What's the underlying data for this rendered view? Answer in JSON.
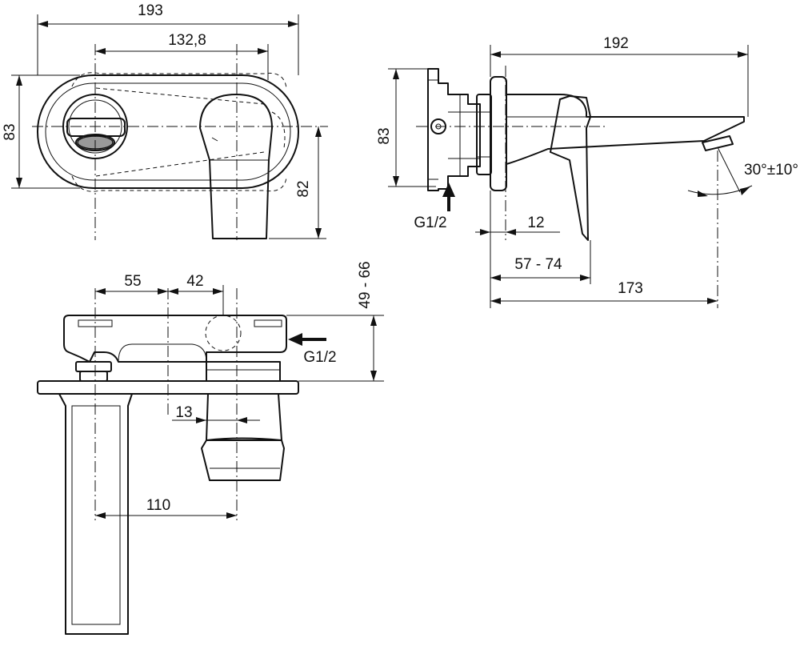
{
  "dimensions": {
    "front_width": "193",
    "front_center_distance": "132,8",
    "front_height": "83",
    "front_lever_height": "82",
    "side_height": "83",
    "side_length": "192",
    "side_inlet_thread": "G1/2",
    "side_plate_offset": "12",
    "side_wall_range": "57 - 74",
    "side_projection": "173",
    "side_angle": "30°±10°",
    "top_left_offset": "55",
    "top_right_offset": "42",
    "top_depth_range": "49 - 66",
    "top_inlet_thread": "G1/2",
    "top_lever_offset": "13",
    "top_spout_distance": "110"
  }
}
